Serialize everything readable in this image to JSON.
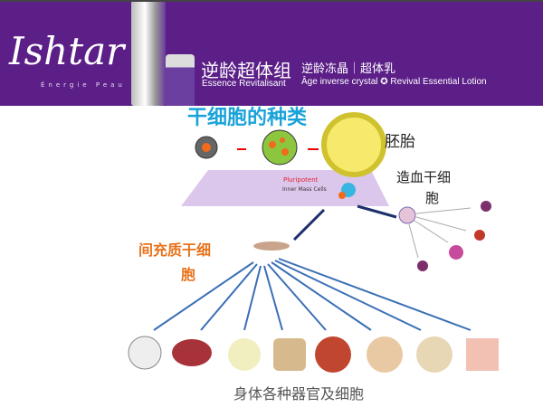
{
  "header": {
    "brand": "Ishtar",
    "brand_sub": "Énergie Peau",
    "product_cn": "逆龄超体组",
    "product_fr": "Essence Revitalisant",
    "line_cn": "逆龄冻晶｜超体乳",
    "line_en": "Âge inverse crystal ✪ Revival Essential Lotion"
  },
  "slide": {
    "title": "干细胞的种类",
    "embryo": "胚胎",
    "pluripotent": "Pluripotent",
    "inner_mass": "Inner Mass Cells",
    "hematopoietic": "造血干细",
    "hematopoietic2": "胞",
    "mesenchymal": "间充质干细",
    "mesenchymal2": "胞",
    "caption": "身体各种器官及细胞"
  },
  "colors": {
    "header": "#5b1f87",
    "title": "#1aa3d9",
    "mesenchymal": "#e8721c"
  }
}
